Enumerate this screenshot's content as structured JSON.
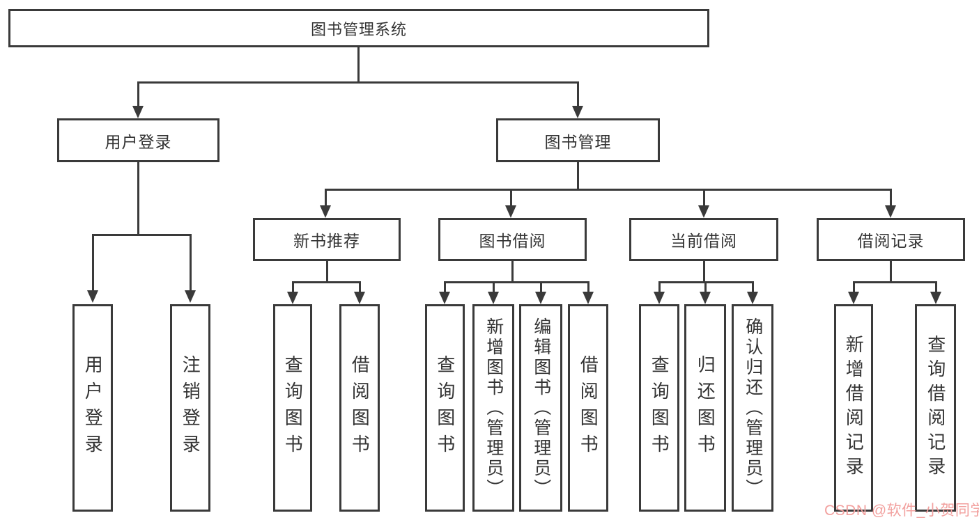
{
  "diagram": {
    "root_label": "图书管理系统",
    "level2": [
      "用户登录",
      "图书管理"
    ],
    "level3": [
      "新书推荐",
      "图书借阅",
      "当前借阅",
      "借阅记录"
    ],
    "leaves_user_login": [
      "用户登录",
      "注销登录"
    ],
    "leaves_new_books": [
      "查询图书",
      "借阅图书"
    ],
    "leaves_book_borrow": [
      "查询图书",
      "新增图书（管理员）",
      "编辑图书（管理员）",
      "借阅图书"
    ],
    "leaves_current_borrow": [
      "查询图书",
      "归还图书",
      "确认归还（管理员）"
    ],
    "leaves_borrow_records": [
      "新增借阅记录",
      "查询借阅记录"
    ],
    "watermark_text": "CSDN @软件_小贺同学",
    "colors": {
      "line": "#3a3a3a",
      "text": "#333333",
      "watermark": "#f2a09e",
      "background": "#ffffff"
    }
  }
}
